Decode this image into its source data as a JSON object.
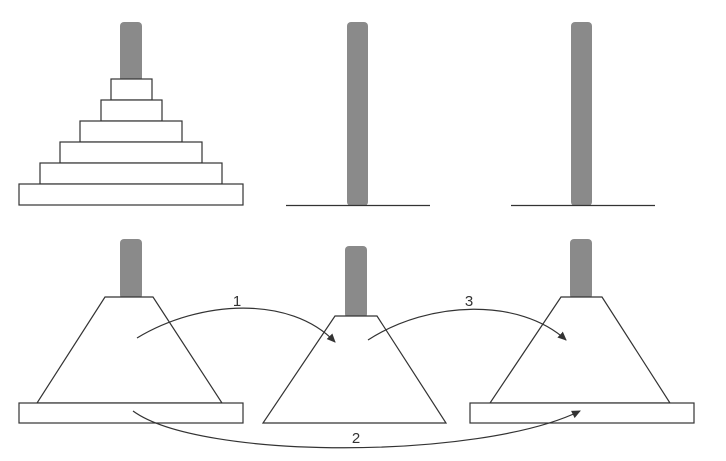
{
  "colors": {
    "peg": "#8a8a8a",
    "outline": "#333333",
    "background": "#ffffff"
  },
  "labels": {
    "move_1": "1",
    "move_2": "2",
    "move_3": "3"
  }
}
